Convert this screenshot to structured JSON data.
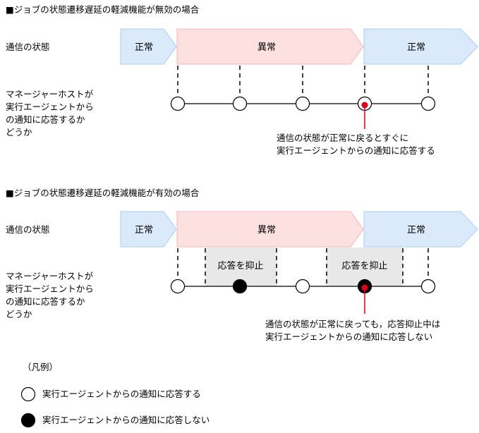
{
  "section1": {
    "heading": "■ジョブの状態遷移遅延の軽減機能が無効の場合",
    "state_label": "通信の状態",
    "arrows": [
      "正常",
      "異常",
      "正常"
    ],
    "row_label": [
      "マネージャーホストが",
      "実行エージェントから",
      "の通知に応答するか",
      "どうか"
    ],
    "annotation": [
      "通信の状態が正常に戻るとすぐに",
      "実行エージェントからの通知に応答する"
    ]
  },
  "section2": {
    "heading": "■ジョブの状態遷移遅延の軽減機能が有効の場合",
    "state_label": "通信の状態",
    "arrows": [
      "正常",
      "異常",
      "正常"
    ],
    "suppress_label": "応答を抑止",
    "row_label": [
      "マネージャーホストが",
      "実行エージェントから",
      "の通知に応答するか",
      "どうか"
    ],
    "annotation": [
      "通信の状態が正常に戻っても，応答抑止中は",
      "実行エージェントからの通知に応答しない"
    ]
  },
  "legend": {
    "title": "（凡例）",
    "responds": "実行エージェントからの通知に応答する",
    "no_response": "実行エージェントからの通知に応答しない"
  },
  "colors": {
    "normal_fill": "#dbeafb",
    "normal_stroke": "#a9cdf0",
    "abnormal_fill": "#fde0e0",
    "abnormal_stroke": "#f4b8b8",
    "suppress_fill": "#e8e8e8",
    "marker": "#e0001b"
  }
}
